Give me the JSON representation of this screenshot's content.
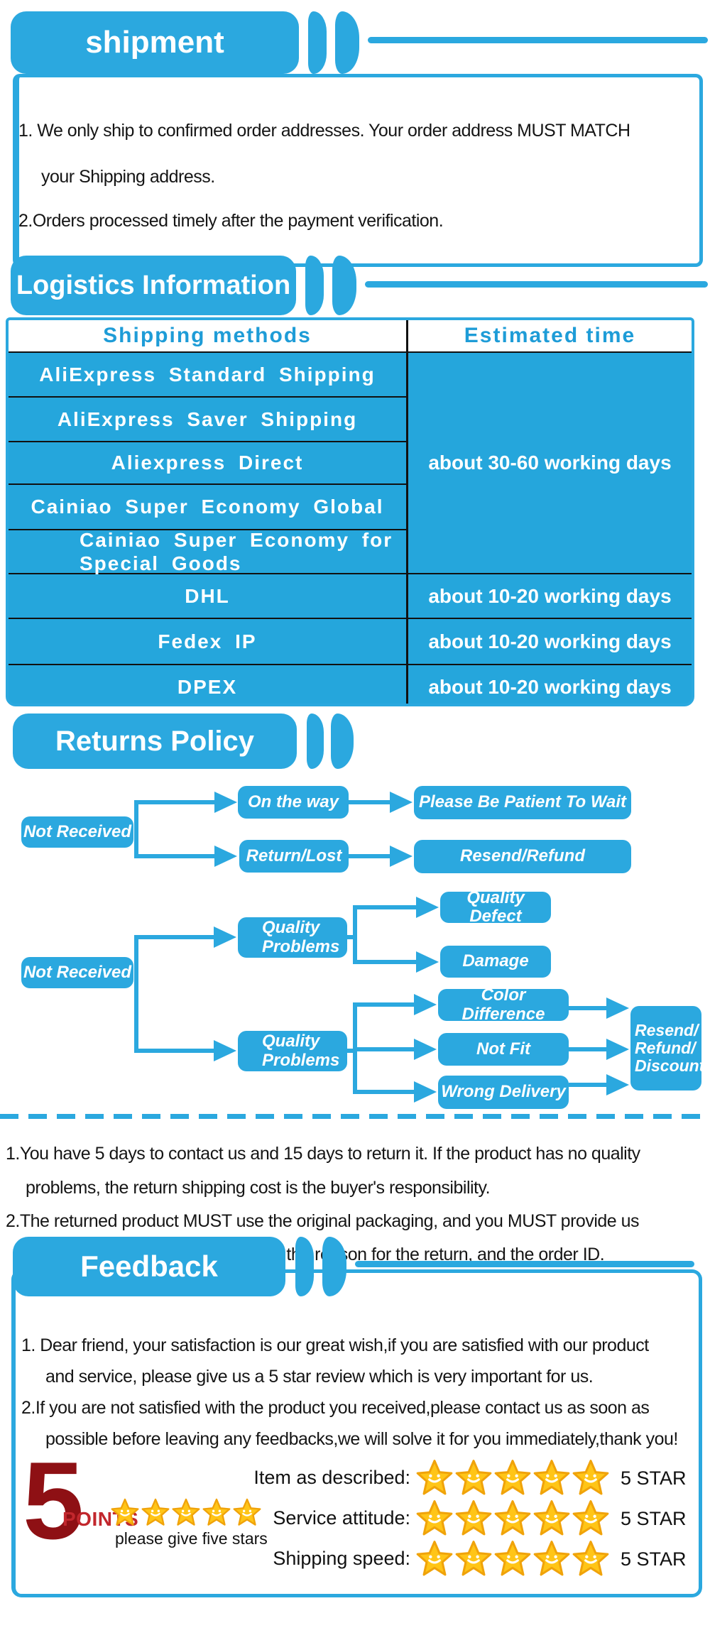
{
  "accent": "#2BA8DF",
  "shipment": {
    "title": "shipment",
    "notes": [
      "1. We only ship to confirmed order addresses. Your order address MUST MATCH",
      "your Shipping address.",
      "2.Orders processed timely after the payment verification."
    ]
  },
  "logistics": {
    "title": "Logistics Information",
    "columns": [
      "Shipping methods",
      "Estimated time"
    ],
    "merged_time": "about 30-60 working days",
    "rows": [
      {
        "method": "AliExpress Standard Shipping"
      },
      {
        "method": "AliExpress Saver Shipping"
      },
      {
        "method": "Aliexpress Direct"
      },
      {
        "method": "Cainiao Super Economy Global"
      },
      {
        "method_lines": [
          "Cainiao Super Economy for",
          "Special Goods"
        ]
      },
      {
        "method": "DHL",
        "time": "about 10-20 working days"
      },
      {
        "method": "Fedex IP",
        "time": "about 10-20 working days"
      },
      {
        "method": "DPEX",
        "time": "about 10-20 working days"
      }
    ]
  },
  "returns": {
    "title": "Returns Policy",
    "flow1": {
      "root": "Not Received",
      "branch1": "On the way",
      "branch1_result": "Please Be Patient To Wait",
      "branch2": "Return/Lost",
      "branch2_result": "Resend/Refund"
    },
    "flow2": {
      "root": "Not Received",
      "group1_node_lines": [
        "Quality",
        "Problems"
      ],
      "group1_children": [
        "Quality Defect",
        "Damage"
      ],
      "group2_node_lines": [
        "Quality",
        "Problems"
      ],
      "group2_children": [
        "Color Difference",
        "Not Fit",
        "Wrong Delivery"
      ],
      "result_lines": [
        "Resend/",
        "Refund/",
        "Discount"
      ]
    },
    "notes": [
      "1.You have 5 days to contact us and 15 days to return it. If the product has no quality",
      "problems, the return shipping cost is the buyer's responsibility.",
      "2.The returned product MUST use the original packaging, and you MUST provide us",
      "with the shipping tracking number, the reason for the return, and the order ID."
    ]
  },
  "feedback": {
    "title": "Feedback",
    "notes": [
      "1. Dear friend, your satisfaction is our great wish,if you are satisfied with our product",
      "and service, please give us a 5 star review which is very important for us.",
      "2.If you are not satisfied with the product you received,please contact us as soon as",
      "possible before leaving any feedbacks,we will solve it for you immediately,thank you!"
    ],
    "badge": {
      "number": "5",
      "label": "POINTS",
      "stars": 5,
      "caption": "please give five stars"
    },
    "ratings": [
      {
        "label": "Item as described:",
        "stars": 5,
        "value": "5 STAR"
      },
      {
        "label": "Service attitude:",
        "stars": 5,
        "value": "5 STAR"
      },
      {
        "label": "Shipping speed:",
        "stars": 5,
        "value": "5 STAR"
      }
    ]
  }
}
